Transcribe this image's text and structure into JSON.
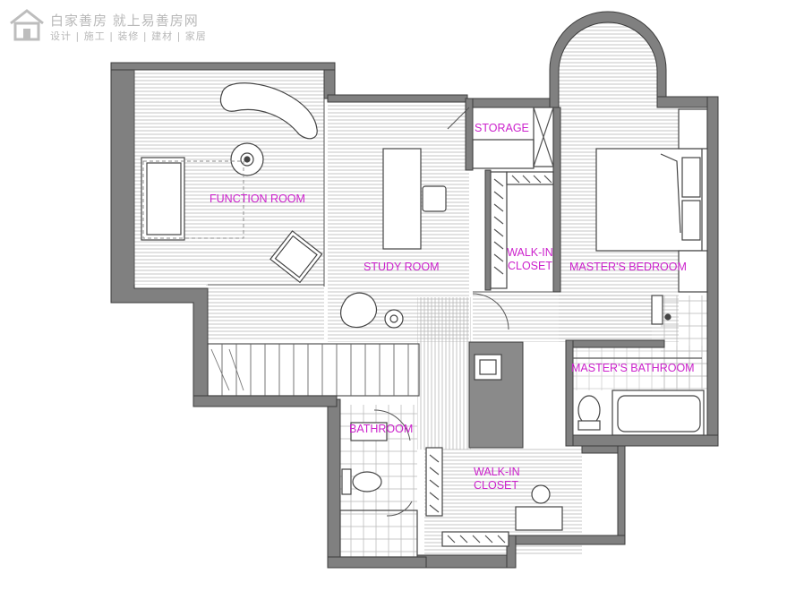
{
  "watermark": {
    "title": "白家善房 就上易善房网",
    "subtitle": "设计 | 施工 | 装修 | 建材 | 家居",
    "icon": "house-logo-icon"
  },
  "rooms": {
    "function_room": "FUNCTION ROOM",
    "study_room": "STUDY ROOM",
    "storage": "STORAGE",
    "walk_in_closet_upper": {
      "line1": "WALK-IN",
      "line2": "CLOSET"
    },
    "masters_bedroom": "MASTER'S  BEDROOM",
    "masters_bathroom": "MASTER'S  BATHROOM",
    "bathroom": "BATHROOM",
    "walk_in_closet_lower": {
      "line1": "WALK-IN",
      "line2": "CLOSET"
    }
  },
  "colors": {
    "wall": "#808080",
    "line": "#444444",
    "floor_hatch": "#b8b8b8",
    "label": "#cc22cc",
    "watermark": "#b8b8b8"
  }
}
